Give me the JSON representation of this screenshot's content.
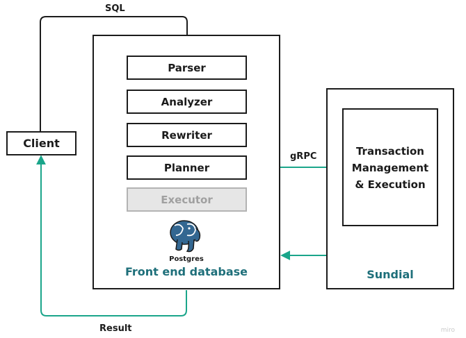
{
  "edges": {
    "sql_label": "SQL",
    "grpc_label": "gRPC",
    "result_label": "Result"
  },
  "client": {
    "label": "Client"
  },
  "frontend": {
    "steps": [
      "Parser",
      "Analyzer",
      "Rewriter",
      "Planner"
    ],
    "executor": "Executor",
    "logo_text": "Postgres",
    "title": "Front end database"
  },
  "sundial": {
    "inner_label": "Transaction\nManagement\n& Execution",
    "title": "Sundial"
  },
  "watermark": "miro",
  "colors": {
    "stroke": "#1b1b1b",
    "teal_arrow": "#1aa58a",
    "teal_title": "#1e6f7a",
    "executor_fill": "#e6e6e6",
    "executor_text": "#a0a0a0",
    "elephant": "#336791"
  }
}
